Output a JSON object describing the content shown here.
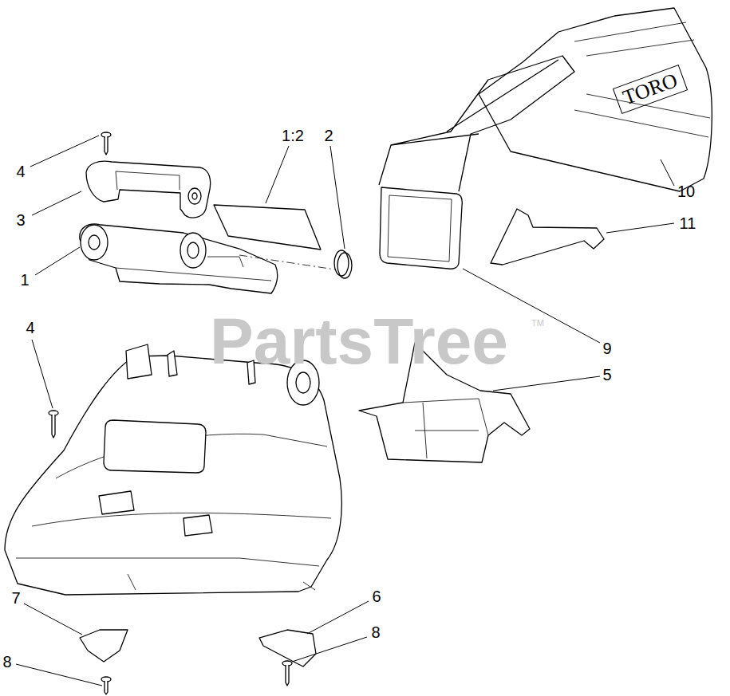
{
  "diagram": {
    "labels": [
      "4",
      "1:2",
      "2",
      "3",
      "1",
      "10",
      "11",
      "4",
      "9",
      "5",
      "PartsTree",
      "TM",
      "7",
      "6",
      "8",
      "8",
      "TORO"
    ]
  }
}
